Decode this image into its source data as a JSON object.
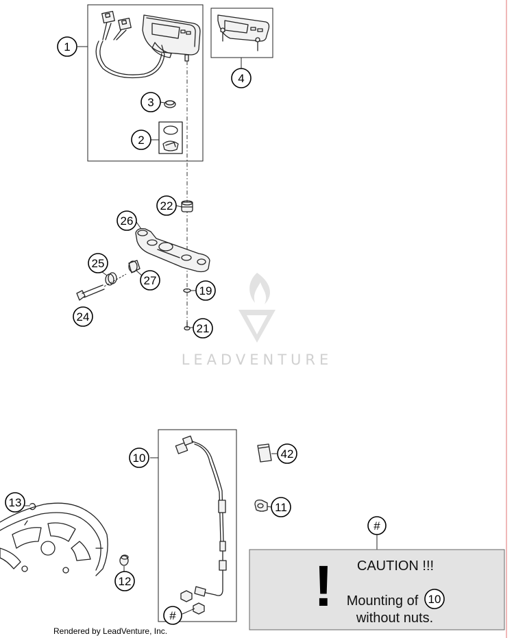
{
  "callouts": {
    "c1": "1",
    "c2": "2",
    "c3": "3",
    "c4": "4",
    "c10": "10",
    "c11": "11",
    "c12": "12",
    "c13": "13",
    "c19": "19",
    "c21": "21",
    "c22": "22",
    "c24": "24",
    "c25": "25",
    "c26": "26",
    "c27": "27",
    "c42": "42",
    "hash_top": "#",
    "hash_bottom": "#"
  },
  "caution": {
    "title": "CAUTION !!!",
    "mark": "!",
    "line1_prefix": "Mounting of",
    "line1_ref": "10",
    "line2": "without nuts."
  },
  "watermark": "LEADVENTURE",
  "credit": "Rendered by LeadVenture, Inc.",
  "colors": {
    "caution_bg": "#e3e3e3",
    "right_edge_line": "#e07070",
    "watermark": "#d0d0d0"
  }
}
